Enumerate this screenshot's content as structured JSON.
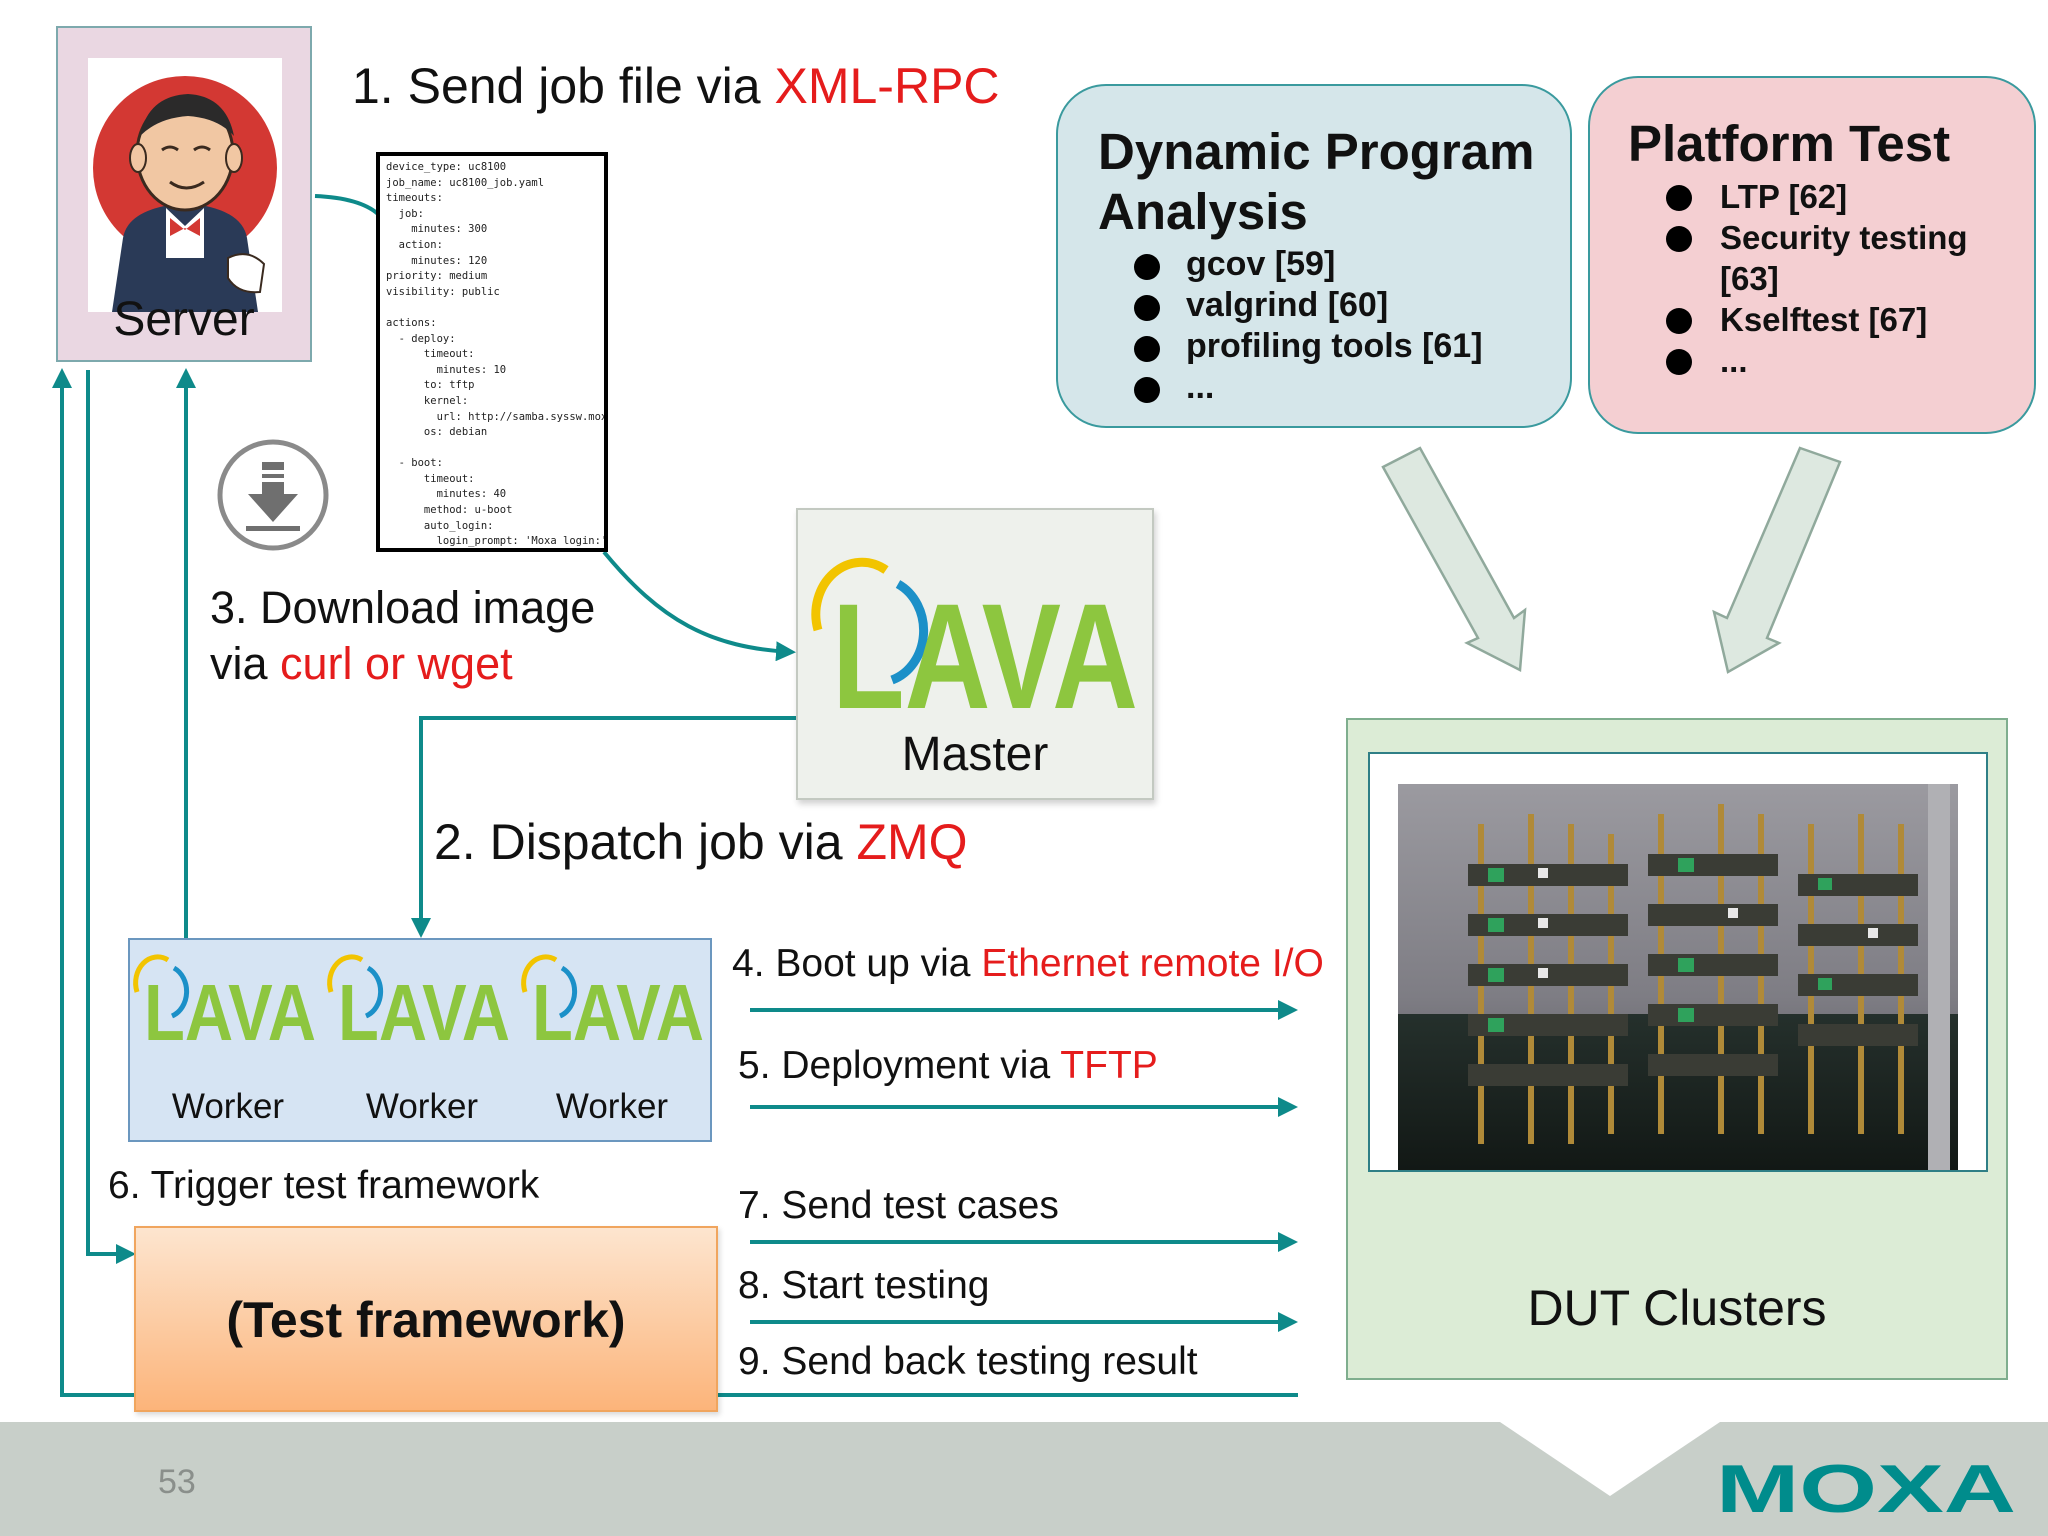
{
  "server": {
    "label": "Server",
    "icon": "jenkins-butler-icon"
  },
  "steps": {
    "s1": {
      "prefix": "1. Send job file via ",
      "highlight": "XML-RPC"
    },
    "s2": {
      "prefix": "2. Dispatch job via ",
      "highlight": "ZMQ"
    },
    "s3": {
      "line1": "3. Download image",
      "prefix": "via ",
      "highlight": "curl or wget"
    },
    "s4": {
      "prefix": "4. Boot up via ",
      "highlight": "Ethernet remote I/O"
    },
    "s5": {
      "prefix": "5. Deployment via ",
      "highlight": "TFTP"
    },
    "s6": {
      "label": "6. Trigger test framework"
    },
    "s7": {
      "label": "7. Send test cases"
    },
    "s8": {
      "label": "8. Start testing"
    },
    "s9": {
      "label": "9. Send back testing result"
    }
  },
  "job_file": {
    "lines": [
      "device_type: uc8100",
      "job_name: uc8100_job.yaml",
      "timeouts:",
      "  job:",
      "    minutes: 300",
      "  action:",
      "    minutes: 120",
      "priority: medium",
      "visibility: public",
      "",
      "actions:",
      "  - deploy:",
      "      timeout:",
      "        minutes: 10",
      "      to: tftp",
      "      kernel:",
      "        url: http://samba.syssw.moxa.c",
      "      os: debian",
      "",
      "  - boot:",
      "      timeout:",
      "        minutes: 40",
      "      method: u-boot",
      "      auto_login:",
      "        login_prompt: 'Moxa login:'"
    ]
  },
  "master": {
    "logo_text": "LAVA",
    "label": "Master"
  },
  "workers": [
    {
      "logo_text": "LAVA",
      "label": "Worker"
    },
    {
      "logo_text": "LAVA",
      "label": "Worker"
    },
    {
      "logo_text": "LAVA",
      "label": "Worker"
    }
  ],
  "dynamic_analysis": {
    "title_line1": "Dynamic Program",
    "title_line2": "Analysis",
    "items": [
      "gcov [59]",
      "valgrind [60]",
      "profiling tools [61]",
      "..."
    ]
  },
  "platform_test": {
    "title": "Platform Test",
    "items": [
      "LTP [62]",
      "Security testing",
      "[63]",
      "Kselftest [67]",
      "..."
    ]
  },
  "test_framework": {
    "label": "(Test framework)"
  },
  "dut": {
    "label": "DUT Clusters"
  },
  "footer": {
    "page_number": "53",
    "logo_text": "MOXA"
  },
  "colors": {
    "teal": "#0e8a8a",
    "red": "#e51c1c",
    "lava_green": "#8dc63f",
    "lava_yellow": "#f2c400",
    "lava_blue": "#1b90c8",
    "moxa_teal": "#008c8c",
    "server_bg": "#ead7e2",
    "dpa_bg": "#d5e6ea",
    "platform_bg": "#f4cfd2",
    "worker_bg": "#d6e4f3",
    "dut_bg": "#dcecd6",
    "footer_bg": "#c8cfc9"
  }
}
